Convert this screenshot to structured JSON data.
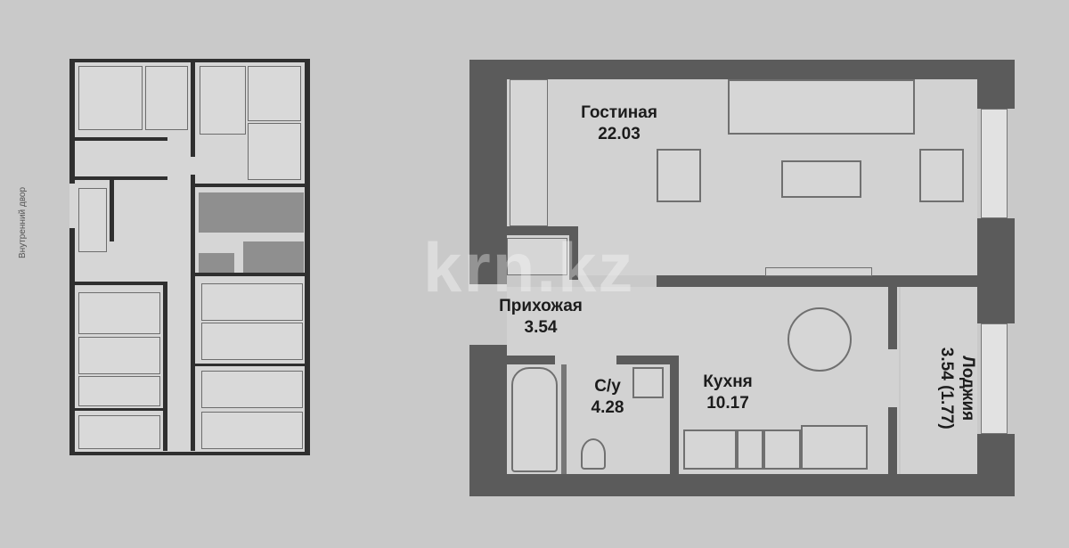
{
  "building_plan": {
    "side_label": "Внутренний двор"
  },
  "apartment_plan": {
    "rooms": [
      {
        "name": "Гостиная",
        "area": "22.03"
      },
      {
        "name": "Прихожая",
        "area": "3.54"
      },
      {
        "name": "С/у",
        "area": "4.28"
      },
      {
        "name": "Кухня",
        "area": "10.17"
      },
      {
        "name": "Лоджия",
        "area": "3.54",
        "area_reduced": "(1.77)"
      }
    ]
  },
  "watermark": "krn.kz",
  "colors": {
    "background": "#c9c9c9",
    "wall": "#5b5b5b",
    "floor": "#d2d2d2",
    "text": "#1c1c1c"
  }
}
